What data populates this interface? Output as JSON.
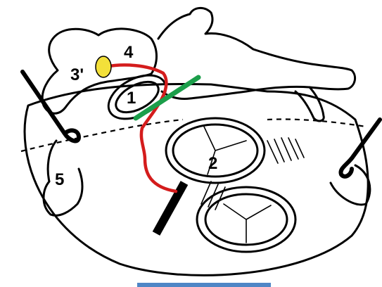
{
  "labels": {
    "one": "1",
    "two": "2",
    "three_prime": "3'",
    "four": "4",
    "five": "5"
  },
  "colors": {
    "outline": "#000000",
    "red_line": "#d41c1c",
    "green_line": "#1b9e4a",
    "yellow_marker": "#f3e03a",
    "bottom_strip": "#4f86c6"
  }
}
